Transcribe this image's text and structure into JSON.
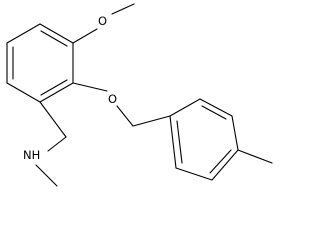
{
  "molecule": {
    "atoms": {
      "oxygen_methoxy": "O",
      "oxygen_ether": "O",
      "amine": "NH"
    },
    "colors": {
      "bond": "#000000",
      "label": "#000000",
      "background": "#ffffff"
    }
  }
}
